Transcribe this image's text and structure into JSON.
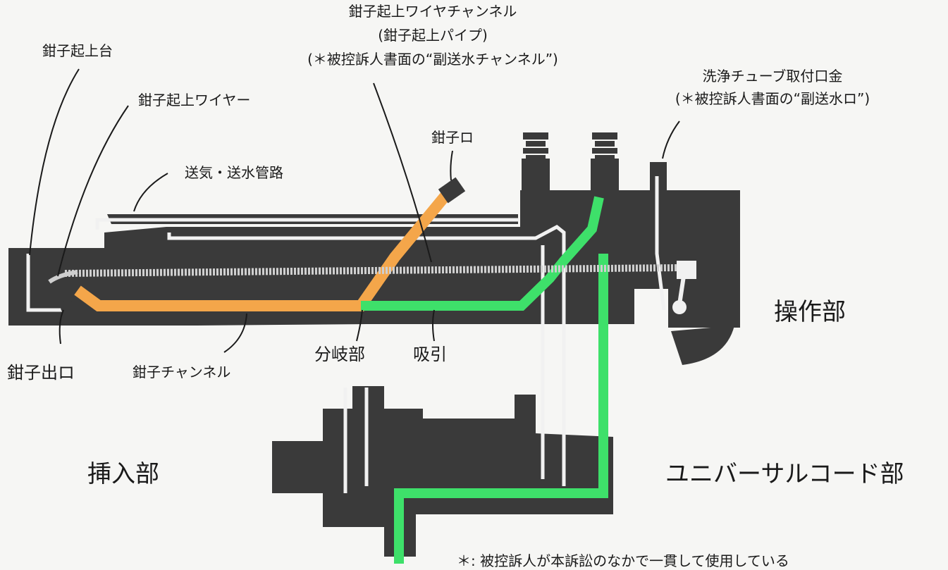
{
  "labels": {
    "raiser_wire_channel": "鉗子起上ワイヤチャンネル",
    "raiser_pipe": "(鉗子起上パイプ)",
    "sub_water_channel_note": "(＊被控訴人書面の“副送水チャンネル”)",
    "forceps_raiser": "鉗子起上台",
    "cleaning_tube_mount": "洗浄チューブ取付口金",
    "sub_water_port_note": "(＊被控訴人書面の“副送水ロ”)",
    "raiser_wire": "鉗子起上ワイヤー",
    "forceps_port": "鉗子ロ",
    "air_water_line": "送気・送水管路",
    "operation_section": "操作部",
    "forceps_outlet": "鉗子出ロ",
    "forceps_channel": "鉗子チャンネル",
    "branch": "分岐部",
    "suction": "吸引",
    "insertion_section": "挿入部",
    "universal_cord_section": "ユニバーサルコード部",
    "footnote": "＊:  被控訴人が本訴訟のなかで一貫して使用している"
  },
  "colors": {
    "body": "#3a3a3a",
    "tube": "#f1f1f1",
    "forceps_channel": "#f4a64a",
    "suction": "#3ee06a",
    "wire": "#cfcfcf"
  }
}
